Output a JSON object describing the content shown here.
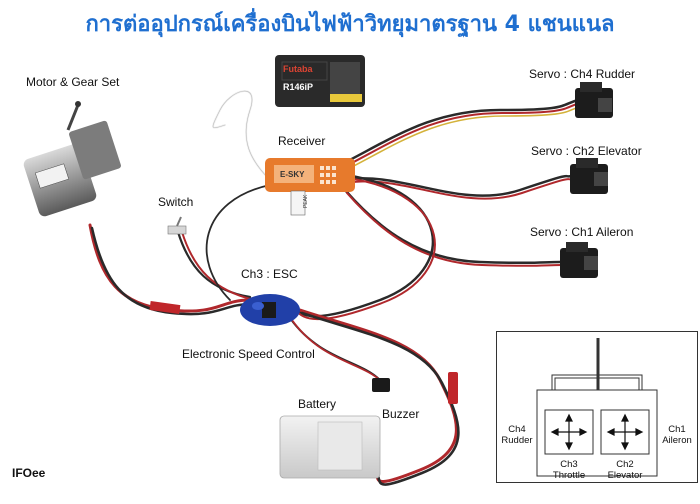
{
  "title": "การต่ออุปกรณ์เครื่องบินไฟฟ้าวิทยุมาตรฐาน 4 แชนแนล",
  "labels": {
    "motor": "Motor & Gear Set",
    "receiver": "Receiver",
    "switch": "Switch",
    "esc_channel": "Ch3 : ESC",
    "esc_full": "Electronic Speed Control",
    "battery": "Battery",
    "buzzer": "Buzzer",
    "servo_rudder": "Servo : Ch4 Rudder",
    "servo_elevator": "Servo : Ch2 Elevator",
    "servo_aileron": "Servo : Ch1 Aileron",
    "credit": "IFOee"
  },
  "receiver_device": {
    "brand": "Futaba",
    "model": "R146iP",
    "sticker": "E-SKY",
    "tag": "PEAK"
  },
  "transmitter_diagram": {
    "left_side": "Ch4\nRudder",
    "right_side": "Ch1\nAileron",
    "left_stick": "Ch3\nThrottle",
    "right_stick": "Ch2\nElevator"
  },
  "colors": {
    "title": "#1f6fd0",
    "wire_red": "#b0282c",
    "wire_black": "#2a2a2a",
    "wire_white": "#e8e8e8",
    "receiver_orange": "#e77a2c",
    "esc_blue": "#2140a8"
  }
}
